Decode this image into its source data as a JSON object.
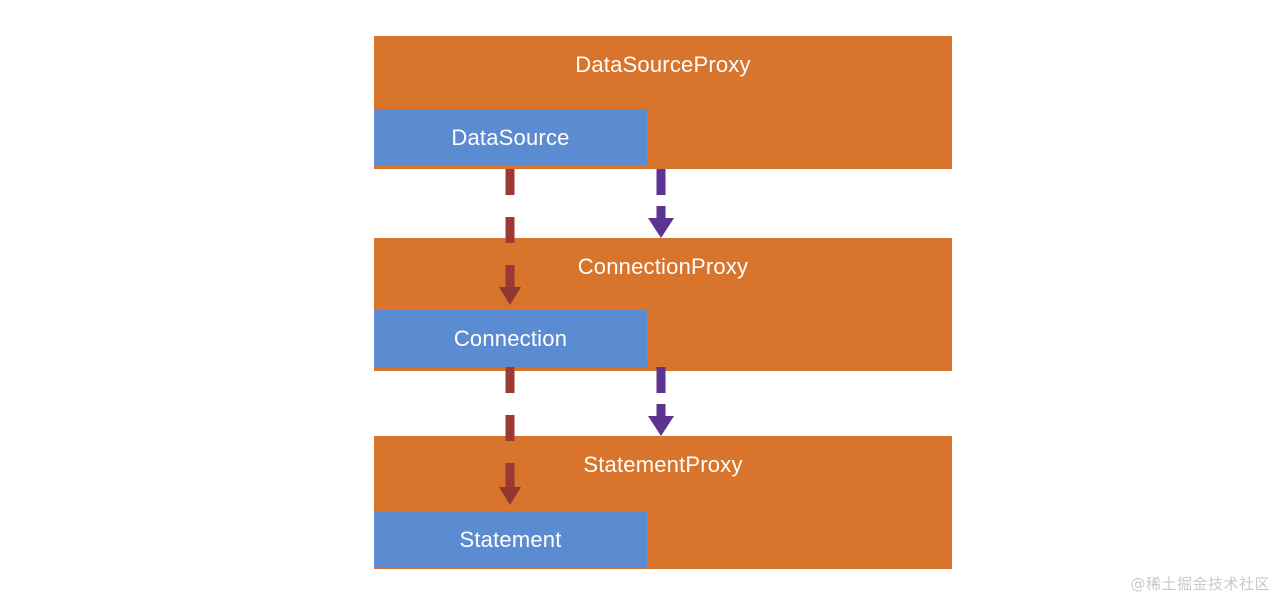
{
  "diagram": {
    "type": "layered-proxy-decorator-diagram",
    "title": "",
    "colors": {
      "proxy_fill": "#d9742c",
      "target_fill": "#5b8bd0",
      "label_text": "#ffffff",
      "delegate_arrow": "#9b3a33",
      "wrap_arrow": "#5b3391",
      "background": "#ffffff",
      "watermark_text": "#c9c9c9"
    },
    "layers": [
      {
        "id": "datasource",
        "proxy_label": "DataSourceProxy",
        "target_label": "DataSource"
      },
      {
        "id": "connection",
        "proxy_label": "ConnectionProxy",
        "target_label": "Connection"
      },
      {
        "id": "statement",
        "proxy_label": "StatementProxy",
        "target_label": "Statement"
      }
    ],
    "connectors": [
      {
        "id": "datasource-to-connection-target",
        "style": "dashed",
        "color": "#9b3a33",
        "from": "DataSource",
        "to": "Connection"
      },
      {
        "id": "datasourceproxy-to-connectionproxy",
        "style": "dashed",
        "color": "#5b3391",
        "from": "DataSourceProxy",
        "to": "ConnectionProxy"
      },
      {
        "id": "connection-to-statement-target",
        "style": "dashed",
        "color": "#9b3a33",
        "from": "Connection",
        "to": "Statement"
      },
      {
        "id": "connectionproxy-to-statementproxy",
        "style": "dashed",
        "color": "#5b3391",
        "from": "ConnectionProxy",
        "to": "StatementProxy"
      }
    ]
  },
  "watermark": {
    "text": "@稀土掘金技术社区"
  }
}
